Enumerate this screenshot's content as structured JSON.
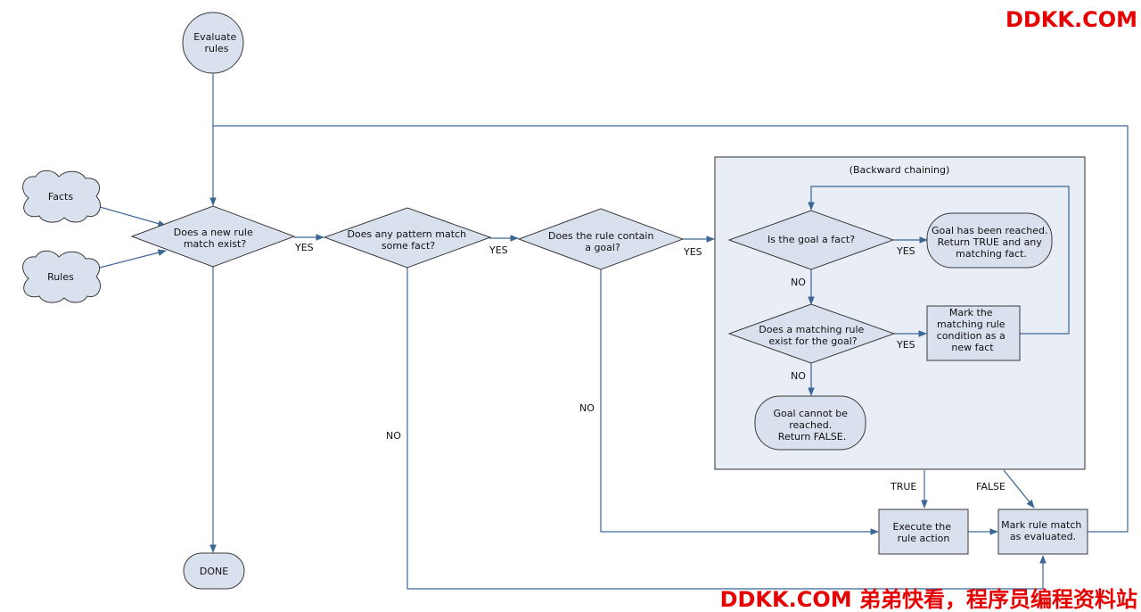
{
  "watermark": {
    "top": "DDKK.COM",
    "bottom": "DDKK.COM 弟弟快看，程序员编程资料站"
  },
  "colors": {
    "node_fill": "#d9e1ee",
    "frame_fill": "#e8edf6",
    "edge": "#3b6796",
    "watermark": "#e60000"
  },
  "nodes": {
    "evaluate_rules": [
      "Evaluate",
      "rules"
    ],
    "facts": [
      "Facts"
    ],
    "rules": [
      "Rules"
    ],
    "new_rule_match": [
      "Does a new rule",
      "match exist?"
    ],
    "pattern_match": [
      "Does any pattern match",
      "some fact?"
    ],
    "rule_contains_goal": [
      "Does the rule contain",
      "a goal?"
    ],
    "backward_chaining": [
      "(Backward chaining)"
    ],
    "goal_is_fact": [
      "Is the goal a fact?"
    ],
    "goal_reached": [
      "Goal has been reached.",
      "Return TRUE and any",
      "matching fact."
    ],
    "matching_rule_exists": [
      "Does a matching rule",
      "exist for the goal?"
    ],
    "mark_new_fact": [
      "Mark the",
      "matching rule",
      "condition as a",
      "new fact"
    ],
    "goal_not_reached": [
      "Goal cannot be",
      "reached.",
      "Return FALSE."
    ],
    "execute_action": [
      "Execute the",
      "rule action"
    ],
    "mark_evaluated": [
      "Mark rule match",
      "as evaluated."
    ],
    "done": [
      "DONE"
    ]
  },
  "edge_labels": {
    "yes_1": "YES",
    "yes_2": "YES",
    "yes_3": "YES",
    "yes_4": "YES",
    "yes_5": "YES",
    "no_1": "NO",
    "no_2": "NO",
    "no_3": "NO",
    "no_4": "NO",
    "true": "TRUE",
    "false": "FALSE"
  }
}
